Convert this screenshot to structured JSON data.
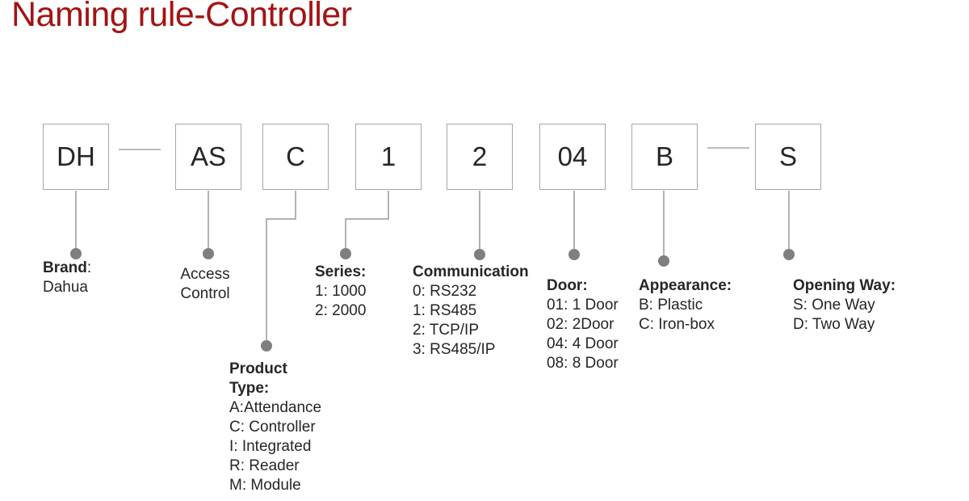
{
  "title": "Naming rule-Controller",
  "colors": {
    "title_red": "#A31414",
    "box_border_gray": "#A6A6A6",
    "wire_gray": "#999999",
    "dot_gray": "#7F7F7F",
    "text": "#262626"
  },
  "boxes": [
    "DH",
    "AS",
    "C",
    "1",
    "2",
    "04",
    "B",
    "S"
  ],
  "groups": {
    "brand": {
      "heading": "Brand",
      "heading_suffix": ":",
      "items": [
        "Dahua"
      ]
    },
    "access_control": {
      "items": [
        "Access",
        "Control"
      ]
    },
    "product_type": {
      "heading": "Product Type:",
      "items": [
        "A:Attendance",
        "C: Controller",
        "I: Integrated",
        "R: Reader",
        "M: Module"
      ]
    },
    "series": {
      "heading": "Series:",
      "items": [
        "1: 1000",
        "2: 2000"
      ]
    },
    "communication": {
      "heading": "Communication",
      "items": [
        "0: RS232",
        "1: RS485",
        "2: TCP/IP",
        "3: RS485/IP"
      ]
    },
    "door": {
      "heading": "Door:",
      "items": [
        "01: 1 Door",
        "02: 2Door",
        "04: 4 Door",
        "08: 8 Door"
      ]
    },
    "appearance": {
      "heading": "Appearance:",
      "items": [
        "B: Plastic",
        "C: Iron-box"
      ]
    },
    "opening_way": {
      "heading": "Opening Way:",
      "items": [
        "S: One Way",
        "D: Two Way"
      ]
    }
  }
}
